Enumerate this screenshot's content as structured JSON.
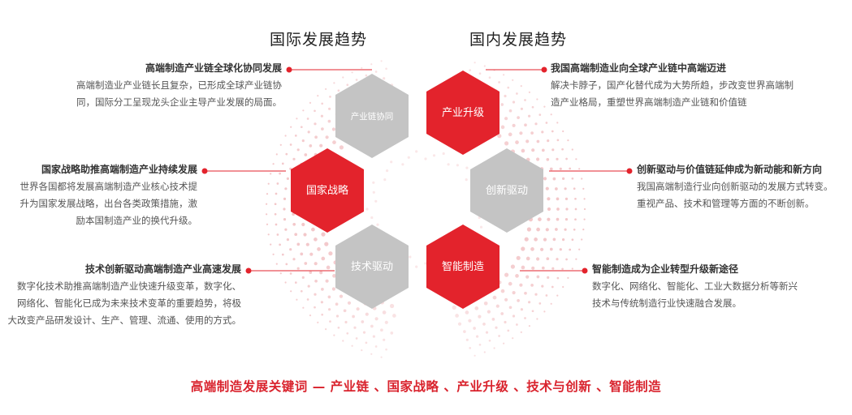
{
  "titles": {
    "international": "国际发展趋势",
    "domestic": "国内发展趋势"
  },
  "colors": {
    "red": "#e3232c",
    "gray": "#c4c4c4",
    "dot": "#f0b9bc"
  },
  "left_blocks": [
    {
      "heading": "高端制造产业链全球化协同发展",
      "body": "高端制造业产业链长且复杂，已形成全球产业链协\n同，国际分工呈现龙头企业主导产业发展的局面。"
    },
    {
      "heading": "国家战略助推高端制造产业持续发展",
      "body": "世界各国都将发展高端制造产业核心技术提\n升为国家发展战略，出台各类政策措施，激\n励本国制造产业的换代升级。"
    },
    {
      "heading": "技术创新驱动高端制造产业高速发展",
      "body": "数字化技术助推高端制造产业快速升级变革，数字化、\n网络化、智能化已成为未来技术变革的重要趋势，将极\n大改变产品研发设计、生产、管理、流通、使用的方式。"
    }
  ],
  "right_blocks": [
    {
      "heading": "我国高端制造业向全球产业链中高端迈进",
      "body": "解决卡脖子，国产化替代成为大势所趋，步改变世界高端制\n造产业格局，重塑世界高端制造产业链和价值链"
    },
    {
      "heading": "创新驱动与价值链延伸成为新动能和新方向",
      "body": "我国高端制造行业向创新驱动的发展方式转变。\n重视产品、技术和管理等方面的不断创新。"
    },
    {
      "heading": "智能制造成为企业转型升级新途径",
      "body": "数字化、网络化、智能化、工业大数据分析等新兴\n技术与传统制造行业快速融合发展。"
    }
  ],
  "hexagons": {
    "chain": "产业链协同",
    "upgrade": "产业升级",
    "national": "国家战略",
    "innovation": "创新驱动",
    "tech": "技术驱动",
    "smart": "智能制造"
  },
  "footer": "高端制造发展关键词 — 产业链 、国家战略 、产业升级 、技术与创新 、智能制造"
}
